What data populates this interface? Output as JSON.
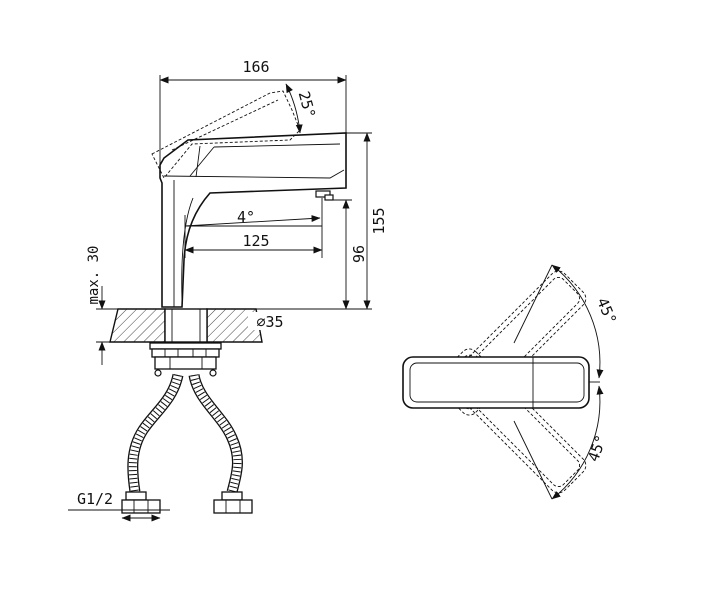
{
  "dimensions": {
    "overall_length": "166",
    "lever_angle": "25°",
    "spout_tilt": "4°",
    "spout_reach": "125",
    "spout_height": "96",
    "total_height": "155",
    "max_deck_thickness": "max. 30",
    "hole_diameter": "⌀35",
    "thread": "G1/2",
    "rotation_upper": "45°",
    "rotation_lower": "45°"
  }
}
